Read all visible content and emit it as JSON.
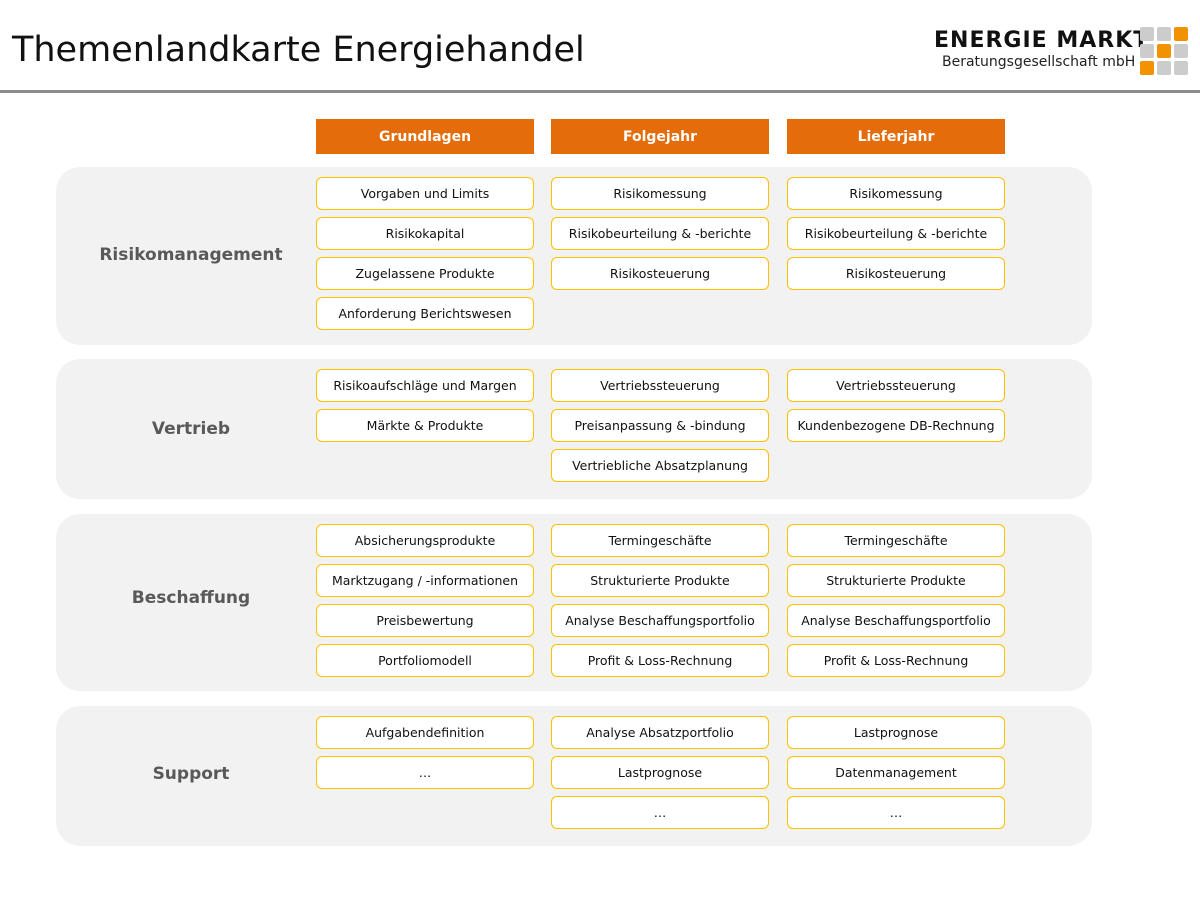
{
  "title": "Themenlandkarte Energiehandel",
  "logo": {
    "name": "ENERGIE MARKT",
    "subtitle": "Beratungsgesellschaft mbH",
    "accent": "#f39200",
    "grey": "#cccccc"
  },
  "colors": {
    "header": "#e46c0a",
    "box_border": "#ffc000",
    "section_bg": "#f2f2f2",
    "label": "#595959"
  },
  "columns": [
    "Grundlagen",
    "Folgejahr",
    "Lieferjahr"
  ],
  "sections": [
    {
      "label": "Risikomanagement",
      "cells": [
        [
          "Vorgaben und Limits",
          "Risikokapital",
          "Zugelassene Produkte",
          "Anforderung Berichtswesen"
        ],
        [
          "Risikomessung",
          "Risikobeurteilung & -berichte",
          "Risikosteuerung"
        ],
        [
          "Risikomessung",
          "Risikobeurteilung & -berichte",
          "Risikosteuerung"
        ]
      ]
    },
    {
      "label": "Vertrieb",
      "cells": [
        [
          "Risikoaufschläge und Margen",
          "Märkte & Produkte"
        ],
        [
          "Vertriebssteuerung",
          "Preisanpassung & -bindung",
          "Vertriebliche Absatzplanung"
        ],
        [
          "Vertriebssteuerung",
          "Kundenbezogene DB-Rechnung"
        ]
      ]
    },
    {
      "label": "Beschaffung",
      "cells": [
        [
          "Absicherungsprodukte",
          "Marktzugang / -informationen",
          "Preisbewertung",
          "Portfoliomodell"
        ],
        [
          "Termingeschäfte",
          "Strukturierte Produkte",
          "Analyse Beschaffungsportfolio",
          "Profit & Loss-Rechnung"
        ],
        [
          "Termingeschäfte",
          "Strukturierte Produkte",
          "Analyse Beschaffungsportfolio",
          "Profit & Loss-Rechnung"
        ]
      ]
    },
    {
      "label": "Support",
      "cells": [
        [
          "Aufgabendefinition",
          "…"
        ],
        [
          "Analyse Absatzportfolio",
          "Lastprognose",
          "…"
        ],
        [
          "Lastprognose",
          "Datenmanagement",
          "…"
        ]
      ]
    }
  ]
}
